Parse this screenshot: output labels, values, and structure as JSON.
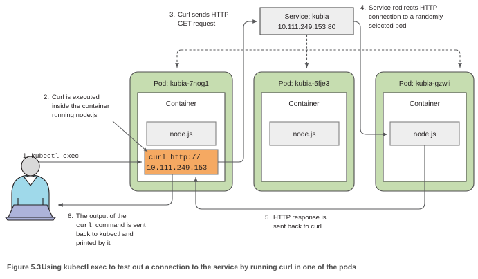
{
  "figure": {
    "caption_label": "Figure 5.3",
    "caption_text": "Using kubectl exec to test out a connection to the service by running curl in one of the pods"
  },
  "service": {
    "name": "Service: kubia",
    "address": "10.111.249.153:80"
  },
  "pods": [
    {
      "title": "Pod: kubia-7nog1",
      "container_label": "Container",
      "app_label": "node.js",
      "command_line1": "curl http://",
      "command_line2": "10.111.249.153"
    },
    {
      "title": "Pod: kubia-5fje3",
      "container_label": "Container",
      "app_label": "node.js"
    },
    {
      "title": "Pod: kubia-gzwli",
      "container_label": "Container",
      "app_label": "node.js"
    }
  ],
  "actor": {
    "name": "user-at-laptop",
    "icon": "person-with-laptop-icon"
  },
  "annotations": [
    {
      "id": "step-1",
      "number": "1.",
      "mono": true,
      "lines": [
        "kubectl exec"
      ]
    },
    {
      "id": "step-2",
      "number": "2.",
      "mono": false,
      "lines": [
        "Curl is executed",
        "inside the container",
        "running node.js"
      ]
    },
    {
      "id": "step-3",
      "number": "3.",
      "mono": false,
      "lines": [
        "Curl sends HTTP",
        "GET request"
      ]
    },
    {
      "id": "step-4",
      "number": "4.",
      "mono": false,
      "lines": [
        "Service redirects HTTP",
        "connection to a randomly",
        "selected pod"
      ]
    },
    {
      "id": "step-5",
      "number": "5.",
      "mono": false,
      "lines": [
        "HTTP response is",
        "sent back to curl"
      ]
    },
    {
      "id": "step-6",
      "number": "6.",
      "mono": false,
      "lines": [
        "The output of the",
        "curl command is sent",
        "back to kubectl and",
        "printed by it"
      ],
      "mono_word": "curl"
    }
  ],
  "colors": {
    "pod_fill": "#c6ddb0",
    "command_fill": "#f5a962",
    "app_fill": "#eeeeee",
    "service_fill": "#eeeeee",
    "stroke": "#58595b",
    "text": "#231f20",
    "caption": "#4d4d4d",
    "person_sweater": "#9fd9ea",
    "person_laptop": "#adb3da",
    "person_head": "#d9d9d9"
  }
}
